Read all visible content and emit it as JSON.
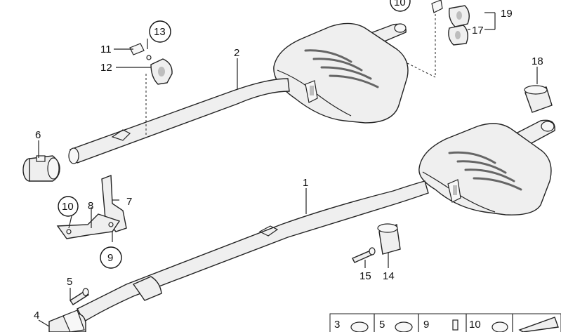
{
  "labels": {
    "p1": "1",
    "p2": "2",
    "p4": "4",
    "p5": "5",
    "p6": "6",
    "p7": "7",
    "p8": "8",
    "p9": "9",
    "p10a": "10",
    "p10b": "10",
    "p11": "11",
    "p12": "12",
    "p13": "13",
    "p14": "14",
    "p15": "15",
    "p17": "17",
    "p18": "18",
    "p19": "19"
  },
  "legend": {
    "k3": "3",
    "k5": "5",
    "k9": "9",
    "k10": "10"
  },
  "icons": {
    "front_muffler": "rear-silencer-icon",
    "rear_muffler": "rear-silencer-icon",
    "clamp": "pipe-clamp-icon",
    "hanger": "rubber-hanger-icon",
    "bracket": "bracket-icon",
    "bolt": "bolt-icon",
    "bushing": "rubber-bushing-icon",
    "sleeve": "sleeve-icon"
  }
}
